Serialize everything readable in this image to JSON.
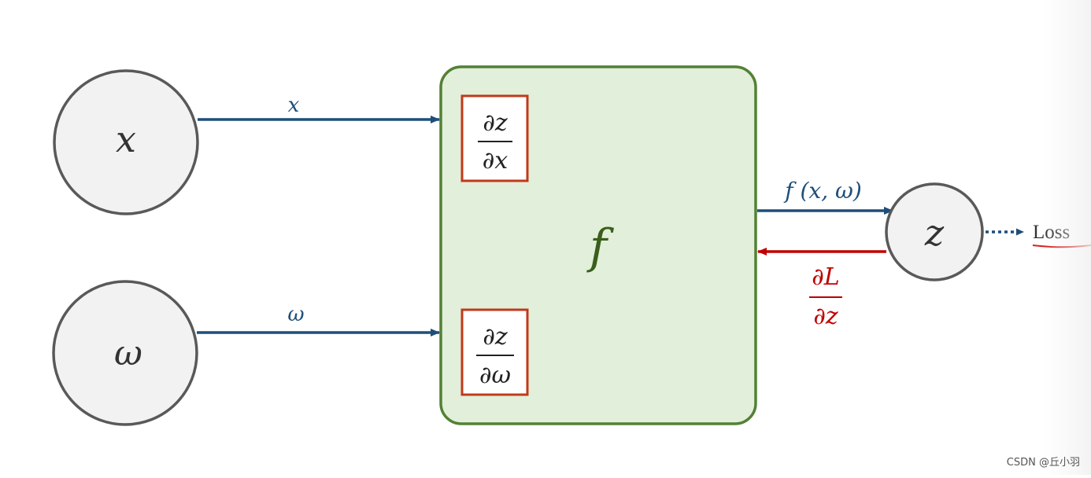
{
  "nodes": {
    "x": {
      "label": "x"
    },
    "omega": {
      "label": "ω"
    },
    "z": {
      "label": "z"
    }
  },
  "function_box": {
    "label": "f"
  },
  "gradient_boxes": {
    "dz_dx": {
      "numerator": "∂z",
      "denominator": "∂x"
    },
    "dz_domega": {
      "numerator": "∂z",
      "denominator": "∂ω"
    }
  },
  "edges": {
    "x_to_f": {
      "label": "x"
    },
    "omega_to_f": {
      "label": "ω"
    },
    "f_to_z": {
      "label": "f (x, ω)"
    },
    "z_to_f_grad": {
      "numerator": "∂L",
      "denominator": "∂z"
    }
  },
  "loss": {
    "label": "Loss"
  },
  "watermark": {
    "text": "CSDN @丘小羽"
  },
  "colors": {
    "forward": "#1f4e79",
    "backward": "#c00000",
    "box_fill": "#e2efda",
    "box_stroke": "#538135",
    "grad_box_stroke": "#c0391b",
    "node_fill": "#f2f2f2",
    "node_stroke": "#595959",
    "function_text": "#3a5f1c"
  }
}
